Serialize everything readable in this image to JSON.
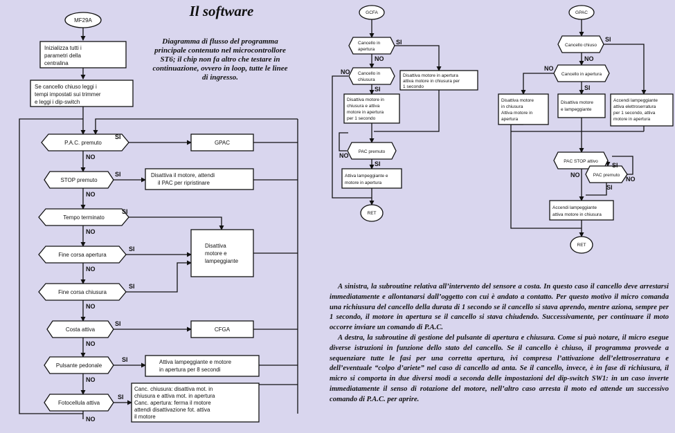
{
  "title": "Il software",
  "description": "Diagramma di flusso del programma principale contenuto nel microcontrollore ST6; il chip non fa altro che testare in continuazione, ovvero in loop, tutte le linee di ingresso.",
  "caption": {
    "p1": "A sinistra, la subroutine relativa all’intervento del sensore a costa. In questo caso il cancello deve arrestarsi immediatamente e allontanarsi dall’oggetto con cui è andato a contatto. Per questo motivo il micro comanda una richiusura del cancello della durata di 1 secondo se il cancello si stava aprendo, mentre aziona, sempre per 1 secondo, il motore in apertura se il cancello si stava chiudendo. Successivamente, per continuare il moto occorre inviare un comando di P.A.C.",
    "p2": "A destra, la subroutine di gestione del pulsante di apertura e chiusura. Come si può notare, il micro esegue diverse istruzioni in funzione dello stato del cancello. Se il cancello è chiuso, il programma provvede a sequenziare tutte le fasi per una corretta apertura, ivi compresa l’attivazione dell’elettroserratura e dell’eventuale “colpo d’ariete” nel caso di cancello ad anta. Se il cancello, invece, è in fase di richiusura, il micro si comporta in due diversi modi a seconda delle impostazioni del dip-switch SW1: in un caso inverte immediatamente il senso di rotazione del motore, nell’altro caso arresta il moto ed attende un successivo comando di P.A.C. per aprire."
  },
  "yes": "SI",
  "no": "NO",
  "main_flow": {
    "start": "MF29A",
    "init": [
      "Inizializza tutti i",
      "parametri della",
      "centralina"
    ],
    "read": [
      "Se cancello chiuso leggi i",
      "tempi impostati sui trimmer",
      "e leggi i dip-switch"
    ],
    "decisions": [
      "P.A.C. premuto",
      "STOP premuto",
      "Tempo terminato",
      "Fine corsa apertura",
      "Fine corsa chiusura",
      "Costa attiva",
      "Pulsante pedonale",
      "Fotocellula attiva"
    ],
    "gpac": "GPAC",
    "stop_action": [
      "Disattiva il motore, attendi",
      "il PAC per ripristinare"
    ],
    "stop_lamp": [
      "Disattiva",
      "motore e",
      "lampeggiante"
    ],
    "cfga": "CFGA",
    "pedonale_action": [
      "Attiva lampeggiante e motore",
      "in apertura per 8 secondi"
    ],
    "foto_action": [
      "Canc. chiusura: disattiva mot. in",
      "chiusura e attiva mot. in apertura",
      "Canc. apertura: ferma il motore",
      "attendi disattivazione fot. attiva",
      "il motore"
    ]
  },
  "gcfa_flow": {
    "start": "GCFA",
    "d1": [
      "Cancello in",
      "apertura"
    ],
    "d2": [
      "Cancello in",
      "chiusura"
    ],
    "a1": [
      "Disattiva motore in apertura",
      "attiva motore in chiusura per",
      "1 secondo"
    ],
    "a2": [
      "Disattiva motore in",
      "chiusura e attiva",
      "motore in apertura",
      "per 1 secondo"
    ],
    "d3": "PAC premuto",
    "a3": [
      "Attiva lampeggiante e",
      "motore in apertura"
    ],
    "end": "RET"
  },
  "gpac_flow": {
    "start": "GPAC",
    "d1": "Cancello chiuso",
    "d2": "Cancello in apertura",
    "a1": [
      "Disattiva motore",
      "in chiusura",
      "Attiva motore in",
      "apertura"
    ],
    "a2": [
      "Disattiva motore",
      "e lampeggiante"
    ],
    "a3": [
      "Accendi lampeggiante",
      "attiva elettroserratura",
      "per 1 secondo, attiva",
      "motore in apertura"
    ],
    "d3": "PAC STOP attivo",
    "d4": "PAC premuto",
    "a4": [
      "Accendi lampeggiante",
      "attiva motore in chiusura"
    ],
    "end": "RET"
  }
}
